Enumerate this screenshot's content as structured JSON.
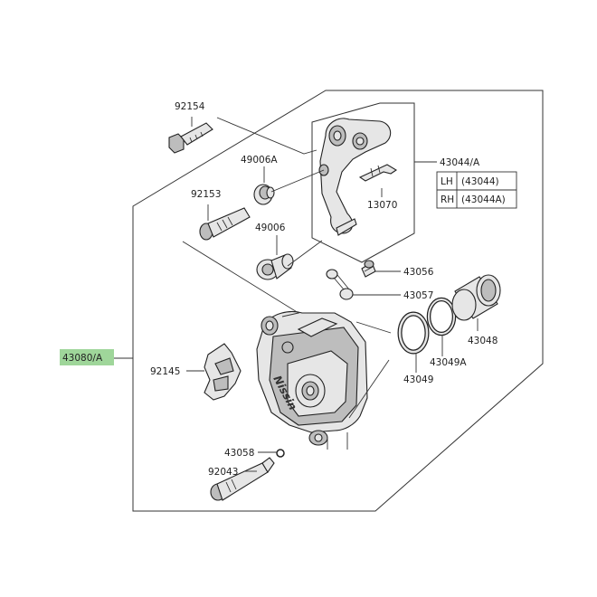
{
  "parts": {
    "p92154": "92154",
    "p49006A": "49006A",
    "p92153": "92153",
    "p49006": "49006",
    "p43044A": "43044/A",
    "p13070": "13070",
    "p43056": "43056",
    "p43057": "43057",
    "p43048": "43048",
    "p43049A": "43049A",
    "p43049": "43049",
    "p43080A": "43080/A",
    "p92145": "92145",
    "p43058": "43058",
    "p92043": "92043"
  },
  "variant_table": {
    "rows": [
      {
        "side": "LH",
        "part": "(43044)"
      },
      {
        "side": "RH",
        "part": "(43044A)"
      }
    ]
  },
  "highlight_color": "#9fd69a",
  "caliper_marking": "Nissin"
}
